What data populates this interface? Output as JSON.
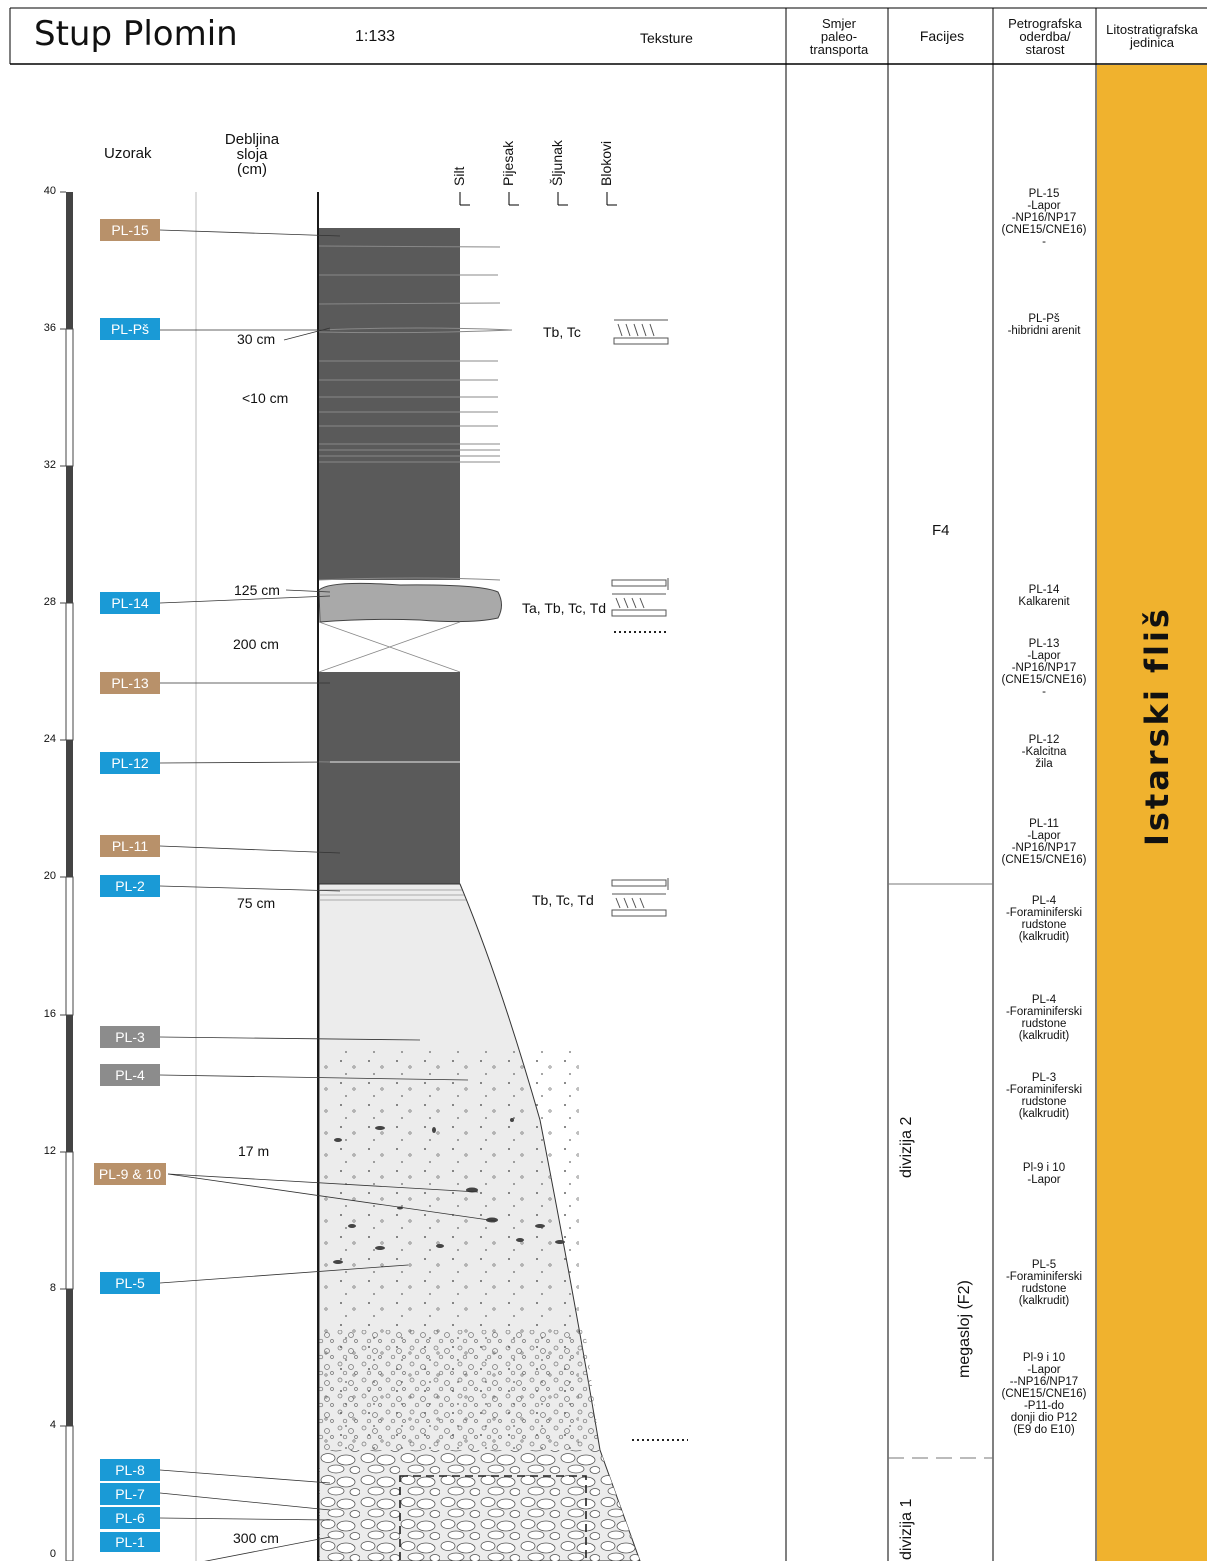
{
  "header": {
    "title": "Stup Plomin",
    "scale": "1:133",
    "tekst_label": "Teksture",
    "columns": [
      "Smjer\npaleo-\ntransporta",
      "Facijes",
      "Petrografska\noderdba/\nstarost",
      "Litostratigrafska\njedinica"
    ]
  },
  "left_header": {
    "uzorak": "Uzorak",
    "debljina": "Debljina\nsloja\n(cm)"
  },
  "grain_size": [
    "Silt",
    "Pijesak",
    "Šljunak",
    "Blokovi"
  ],
  "y_axis": {
    "labels": [
      "40",
      "36",
      "32",
      "28",
      "24",
      "20",
      "16",
      "12",
      "8",
      "4",
      "0"
    ]
  },
  "samples": [
    {
      "label": "PL-15",
      "type": "lapor"
    },
    {
      "label": "PL-Pš",
      "type": "arenit"
    },
    {
      "label": "PL-14",
      "type": "arenit"
    },
    {
      "label": "PL-13",
      "type": "lapor"
    },
    {
      "label": "PL-12",
      "type": "arenit"
    },
    {
      "label": "PL-11",
      "type": "lapor"
    },
    {
      "label": "PL-2",
      "type": "arenit"
    },
    {
      "label": "PL-3",
      "type": "rudstone"
    },
    {
      "label": "PL-4",
      "type": "rudstone"
    },
    {
      "label": "PL-9 & 10",
      "type": "lapor"
    },
    {
      "label": "PL-5",
      "type": "arenit"
    },
    {
      "label": "PL-8",
      "type": "arenit"
    },
    {
      "label": "PL-7",
      "type": "arenit"
    },
    {
      "label": "PL-6",
      "type": "arenit"
    },
    {
      "label": "PL-1",
      "type": "arenit"
    }
  ],
  "colors": {
    "lapor": "#b8916a",
    "arenit": "#1a9ad6",
    "rudstone": "#8c8c8c",
    "jedinica": "#f0b22e",
    "shale": "#5a5a5a"
  },
  "thickness_notes": [
    "30 cm",
    "<10 cm",
    "125 cm",
    "200 cm",
    "75 cm",
    "17 m",
    "300 cm"
  ],
  "textures": [
    "Tb, Tc",
    "Ta, Tb, Tc, Td",
    "Tb, Tc, Td"
  ],
  "facies": {
    "f4": "F4",
    "megasloj": "megasloj (F2)",
    "divizija2": "divizija 2",
    "divizija1": "divizija 1"
  },
  "petro": [
    "PL-15\n-Lapor\n-NP16/NP17\n(CNE15/CNE16)\n-",
    "PL-Pš\n-hibridni arenit",
    "PL-14\nKalkarenit",
    "PL-13\n-Lapor\n-NP16/NP17\n(CNE15/CNE16)\n-",
    "PL-12\n-Kalcitna\nžila",
    "PL-11\n-Lapor\n-NP16/NP17\n(CNE15/CNE16)",
    "PL-4\n-Foraminiferski\nrudstone\n(kalkrudit)",
    "PL-4\n-Foraminiferski\nrudstone\n(kalkrudit)",
    "PL-3\n-Foraminiferski\nrudstone\n(kalkrudit)",
    "Pl-9 i 10\n-Lapor",
    "PL-5\n-Foraminiferski\nrudstone\n(kalkrudit)",
    "Pl-9 i 10\n-Lapor\n--NP16/NP17\n(CNE15/CNE16)\n-P11-do\ndonji dio P12\n(E9 do E10)"
  ],
  "jedinica": "Istarski fliš"
}
